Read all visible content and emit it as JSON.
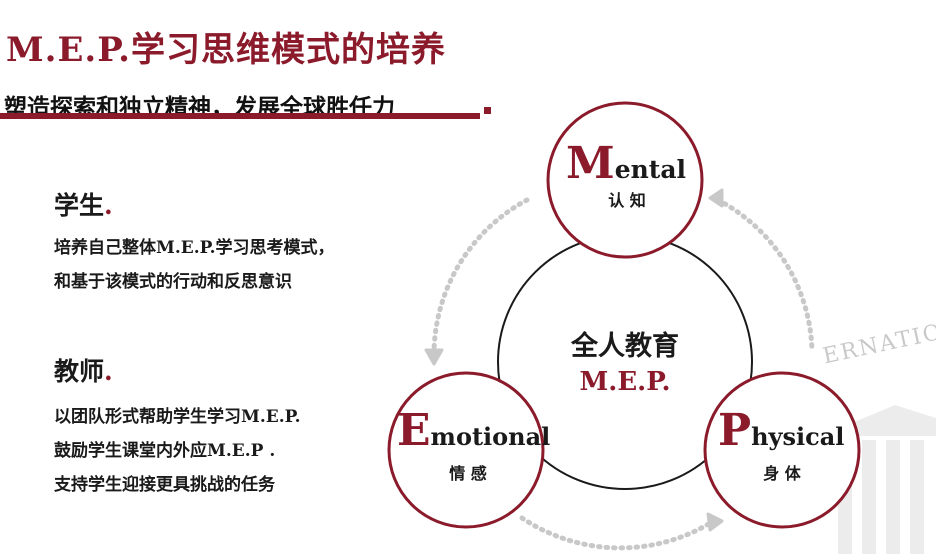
{
  "title": "M.E.P.学习思维模式的培养",
  "subtitle": "塑造探索和独立精神，发展全球胜任力",
  "sections": [
    {
      "heading": "学生",
      "lines": [
        "培养自己整体M.E.P.学习思考模式，",
        "和基于该模式的行动和反思意识"
      ]
    },
    {
      "heading": "教师",
      "lines": [
        "以团队形式帮助学生学习M.E.P.",
        "鼓励学生课堂内外应M.E.P .",
        "支持学生迎接更具挑战的任务"
      ]
    }
  ],
  "diagram": {
    "center": {
      "line1": "全人教育",
      "line2": "M.E.P."
    },
    "nodes": [
      {
        "letter": "M",
        "rest": "ental",
        "cn": "认 知"
      },
      {
        "letter": "E",
        "rest": "motional",
        "cn": "情 感"
      },
      {
        "letter": "P",
        "rest": "hysical",
        "cn": "身 体"
      }
    ]
  },
  "watermark": "ERNATIO",
  "colors": {
    "accent": "#8b1a2b",
    "text": "#1a1a1a",
    "dots": "#c8c8c8"
  }
}
